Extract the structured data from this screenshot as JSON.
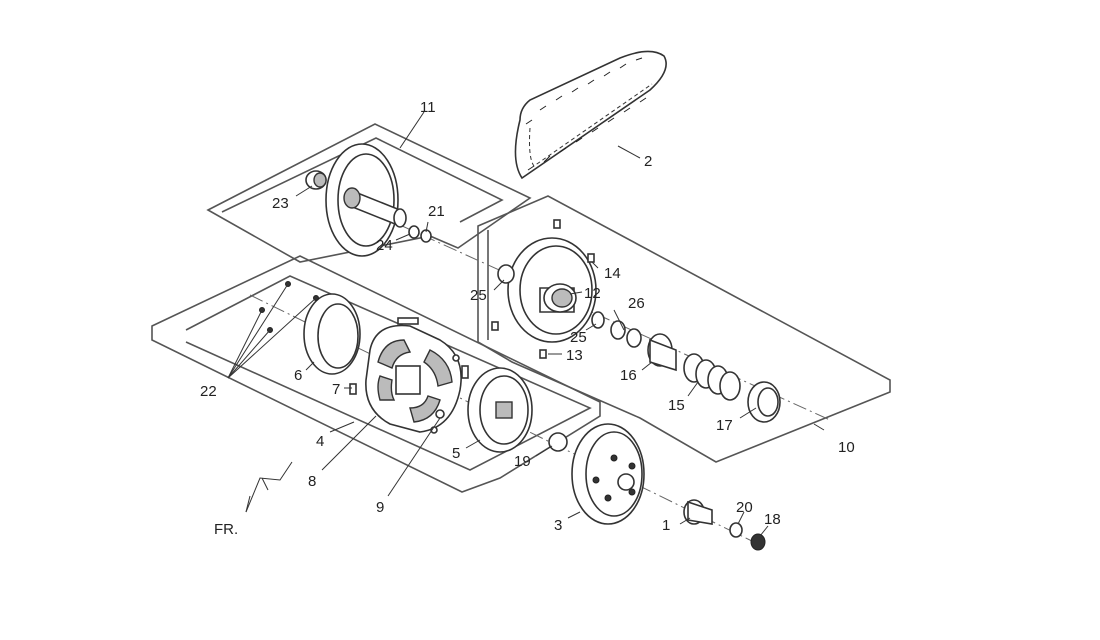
{
  "diagram": {
    "direction_label": "FR.",
    "callouts": [
      {
        "id": "c1",
        "label": "1"
      },
      {
        "id": "c2",
        "label": "2"
      },
      {
        "id": "c3",
        "label": "3"
      },
      {
        "id": "c4",
        "label": "4"
      },
      {
        "id": "c5",
        "label": "5"
      },
      {
        "id": "c6",
        "label": "6"
      },
      {
        "id": "c7",
        "label": "7"
      },
      {
        "id": "c8",
        "label": "8"
      },
      {
        "id": "c9",
        "label": "9"
      },
      {
        "id": "c10",
        "label": "10"
      },
      {
        "id": "c11",
        "label": "11"
      },
      {
        "id": "c12",
        "label": "12"
      },
      {
        "id": "c13",
        "label": "13"
      },
      {
        "id": "c14",
        "label": "14"
      },
      {
        "id": "c15",
        "label": "15"
      },
      {
        "id": "c16",
        "label": "16"
      },
      {
        "id": "c17",
        "label": "17"
      },
      {
        "id": "c18",
        "label": "18"
      },
      {
        "id": "c19",
        "label": "19"
      },
      {
        "id": "c20",
        "label": "20"
      },
      {
        "id": "c21",
        "label": "21"
      },
      {
        "id": "c22",
        "label": "22"
      },
      {
        "id": "c23",
        "label": "23"
      },
      {
        "id": "c24",
        "label": "24"
      },
      {
        "id": "c25a",
        "label": "25"
      },
      {
        "id": "c25b",
        "label": "25"
      },
      {
        "id": "c26",
        "label": "26"
      }
    ]
  }
}
